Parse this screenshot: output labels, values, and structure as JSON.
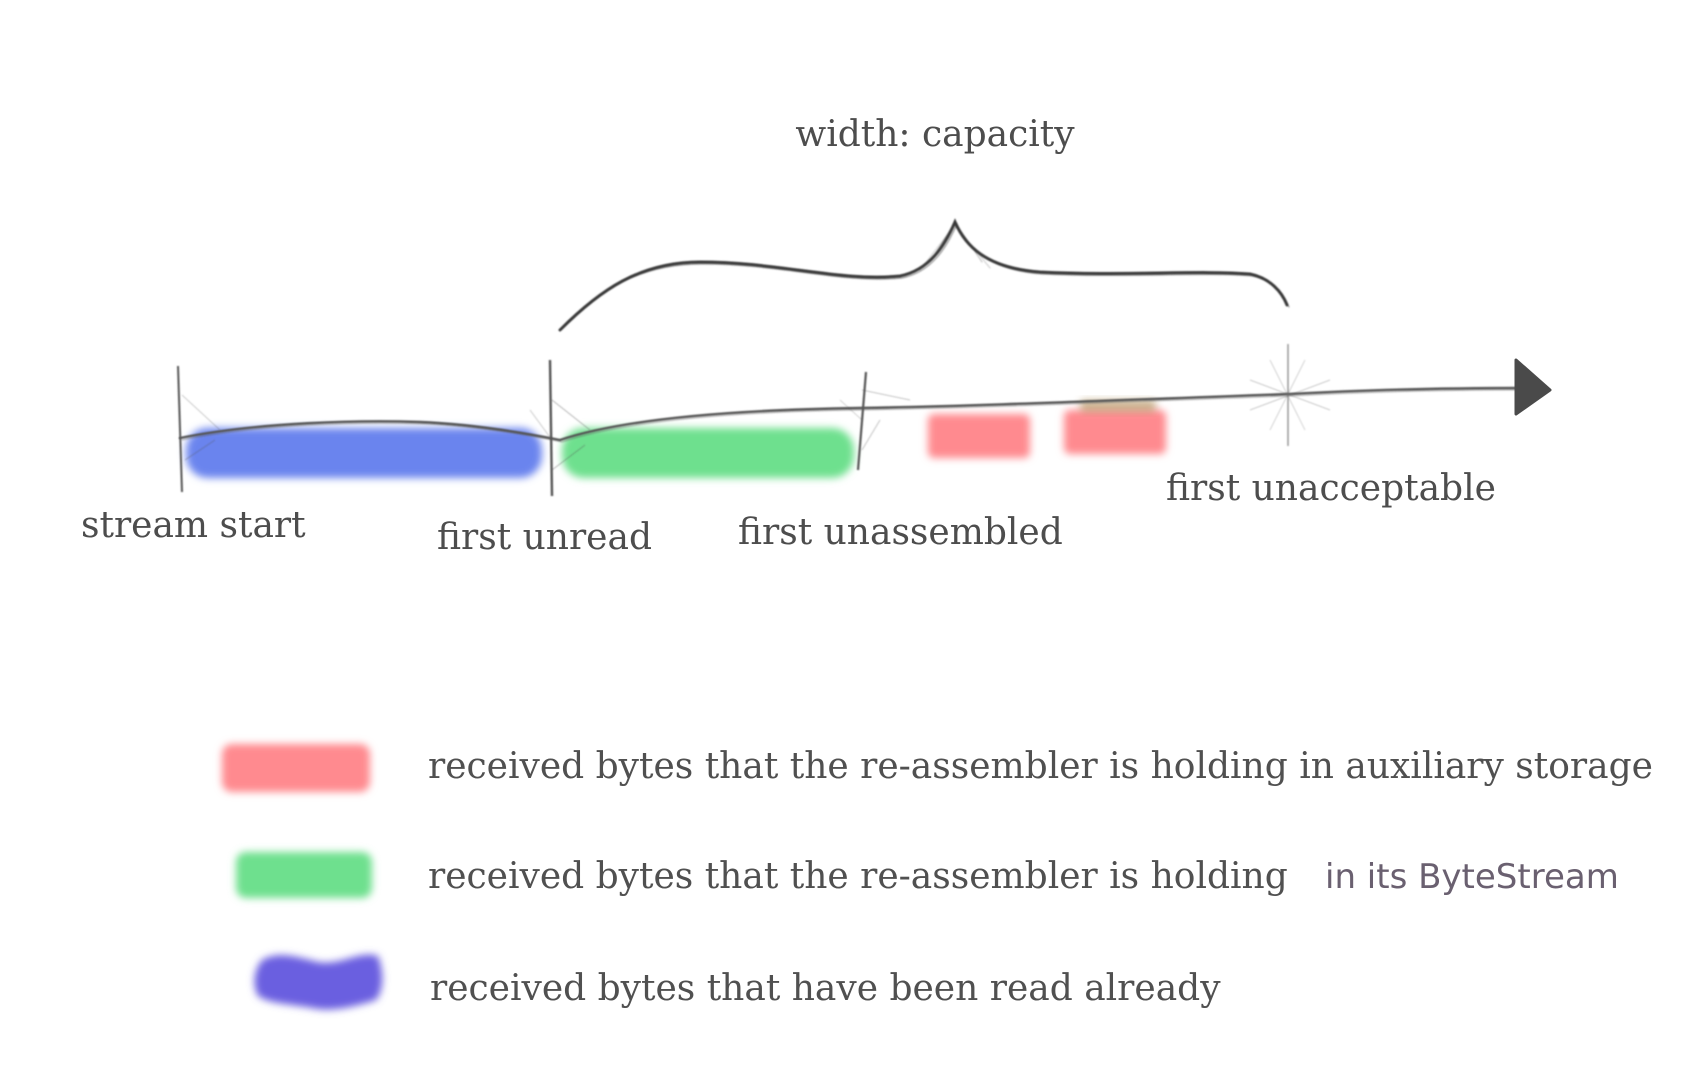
{
  "diagram": {
    "capacity_label": "width: capacity",
    "markers": {
      "stream_start": "stream start",
      "first_unread": "first unread",
      "first_unassembled": "first unassembled",
      "first_unacceptable": "first unacceptable"
    }
  },
  "legend": {
    "items": [
      {
        "text": "received bytes that the re-assembler is holding in auxiliary storage",
        "color": "#ff8a8f"
      },
      {
        "text_main": "received bytes that the re-assembler is holding",
        "text_tail": "in its ByteStream",
        "color": "#6ee08e"
      },
      {
        "text": "received bytes that have been read already",
        "color": "#6b5fe0"
      }
    ]
  },
  "colors": {
    "read": "#6b84ee",
    "bytestream": "#6ee08e",
    "auxiliary": "#ff8a8f",
    "line": "#555555"
  }
}
